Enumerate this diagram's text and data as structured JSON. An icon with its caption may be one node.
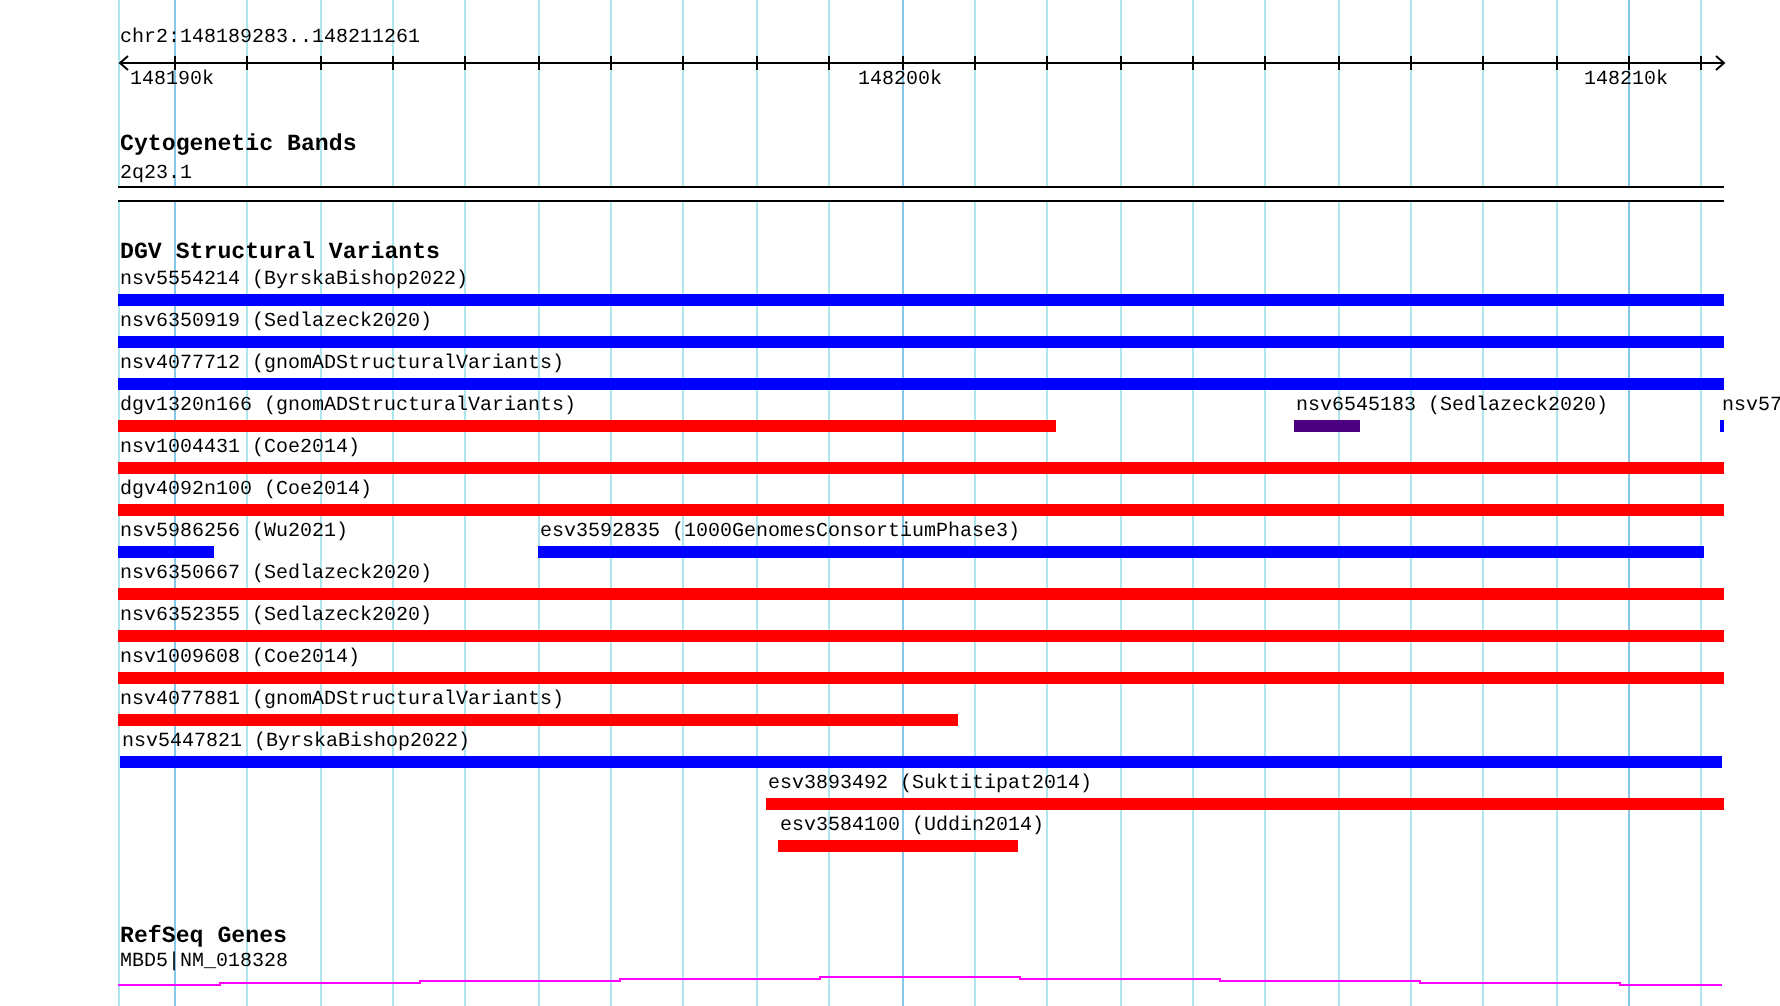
{
  "diagram": {
    "title": "chr2:148189283..148211261",
    "nodes": [
      {
        "text": [
          "2q23.1"
        ]
      },
      {
        "text": [
          "nsv5554214 (ByrskaBishop2022)"
        ]
      },
      {
        "text": [
          "nsv6350919 (Sedlazeck2020)"
        ]
      },
      {
        "text": [
          "nsv4077712 (gnomADStructuralVariants)"
        ]
      },
      {
        "text": [
          "dgv1320n166 (gnomADStructuralVariants)"
        ]
      },
      {
        "text": [
          "nsv6545183 (Sedlazeck2020)"
        ]
      },
      {
        "text": [
          "nsv57"
        ]
      },
      {
        "text": [
          "nsv1004431 (Coe2014)"
        ]
      },
      {
        "text": [
          "dgv4092n100 (Coe2014)"
        ]
      },
      {
        "text": [
          "nsv5986256 (Wu2021)"
        ]
      },
      {
        "text": [
          "esv3592835 (1000GenomesConsortiumPhase3)"
        ]
      },
      {
        "text": [
          "nsv6350667 (Sedlazeck2020)"
        ]
      },
      {
        "text": [
          "nsv6352355 (Sedlazeck2020)"
        ]
      },
      {
        "text": [
          "nsv1009608 (Coe2014)"
        ]
      },
      {
        "text": [
          "nsv4077881 (gnomADStructuralVariants)"
        ]
      },
      {
        "text": [
          "nsv5447821 (ByrskaBishop2022)"
        ]
      },
      {
        "text": [
          "esv3893492 (Suktitipat2014)"
        ]
      },
      {
        "text": [
          "esv3584100 (Uddin2014)"
        ]
      },
      {
        "text": [
          "MBD5|NM_018328"
        ]
      }
    ],
    "labels": [
      "148190k",
      "148200k",
      "148210k",
      "Cytogenetic Bands",
      "DGV Structural Variants",
      "RefSeq Genes"
    ]
  }
}
